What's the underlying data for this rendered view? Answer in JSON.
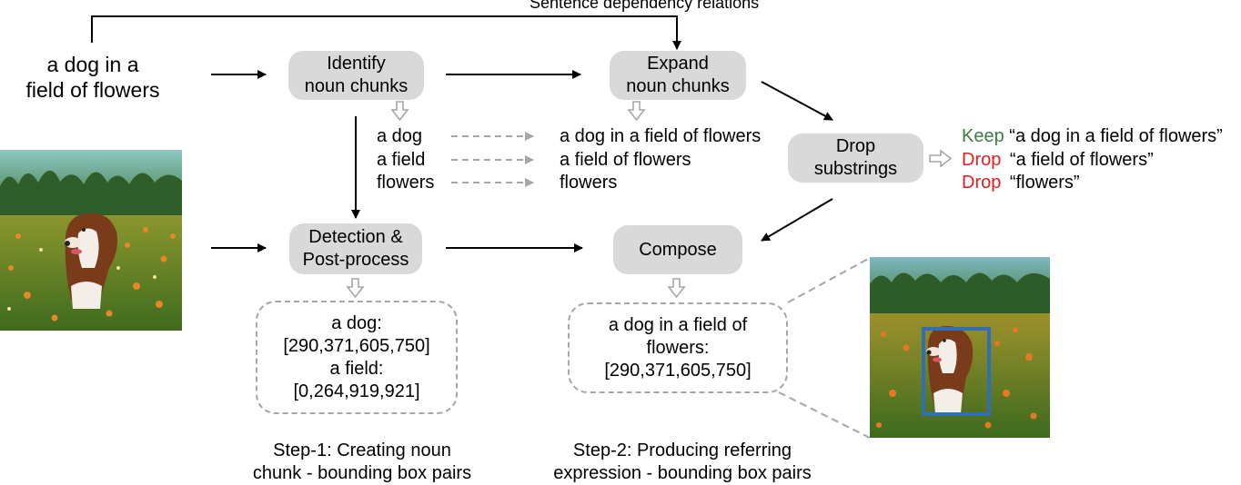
{
  "top_label": "Sentence dependency relations",
  "caption": {
    "line1": "a dog in a",
    "line2": "field of flowers"
  },
  "boxes": {
    "identify": {
      "line1": "Identify",
      "line2": "noun chunks"
    },
    "expand": {
      "line1": "Expand",
      "line2": "noun chunks"
    },
    "drop": {
      "line1": "Drop",
      "line2": "substrings"
    },
    "detect": {
      "line1": "Detection &",
      "line2": "Post-process"
    },
    "compose": {
      "line1": "Compose"
    }
  },
  "noun_chunks": [
    "a dog",
    "a field",
    "flowers"
  ],
  "expanded_chunks": [
    "a dog in a field of flowers",
    "a field of flowers",
    "flowers"
  ],
  "filter_results": [
    {
      "action": "Keep",
      "text": "“a dog in a field of flowers”"
    },
    {
      "action": "Drop",
      "text": "“a field of flowers”"
    },
    {
      "action": "Drop",
      "text": "“flowers”"
    }
  ],
  "detection_output": {
    "line1": "a dog:",
    "line2": "[290,371,605,750]",
    "line3": "a field:",
    "line4": "[0,264,919,921]"
  },
  "compose_output": {
    "line1": "a dog in a field of",
    "line2": "flowers:",
    "line3": "[290,371,605,750]"
  },
  "step1": {
    "line1": "Step-1: Creating noun",
    "line2": "chunk - bounding box pairs"
  },
  "step2": {
    "line1": "Step-2: Producing referring",
    "line2": "expression - bounding box pairs"
  },
  "colors": {
    "keep": "#3a7d44",
    "drop": "#e02020",
    "box_fill": "#d9d9d9",
    "bbox": "#2f6fb5",
    "dashed": "#a6a6a6"
  }
}
